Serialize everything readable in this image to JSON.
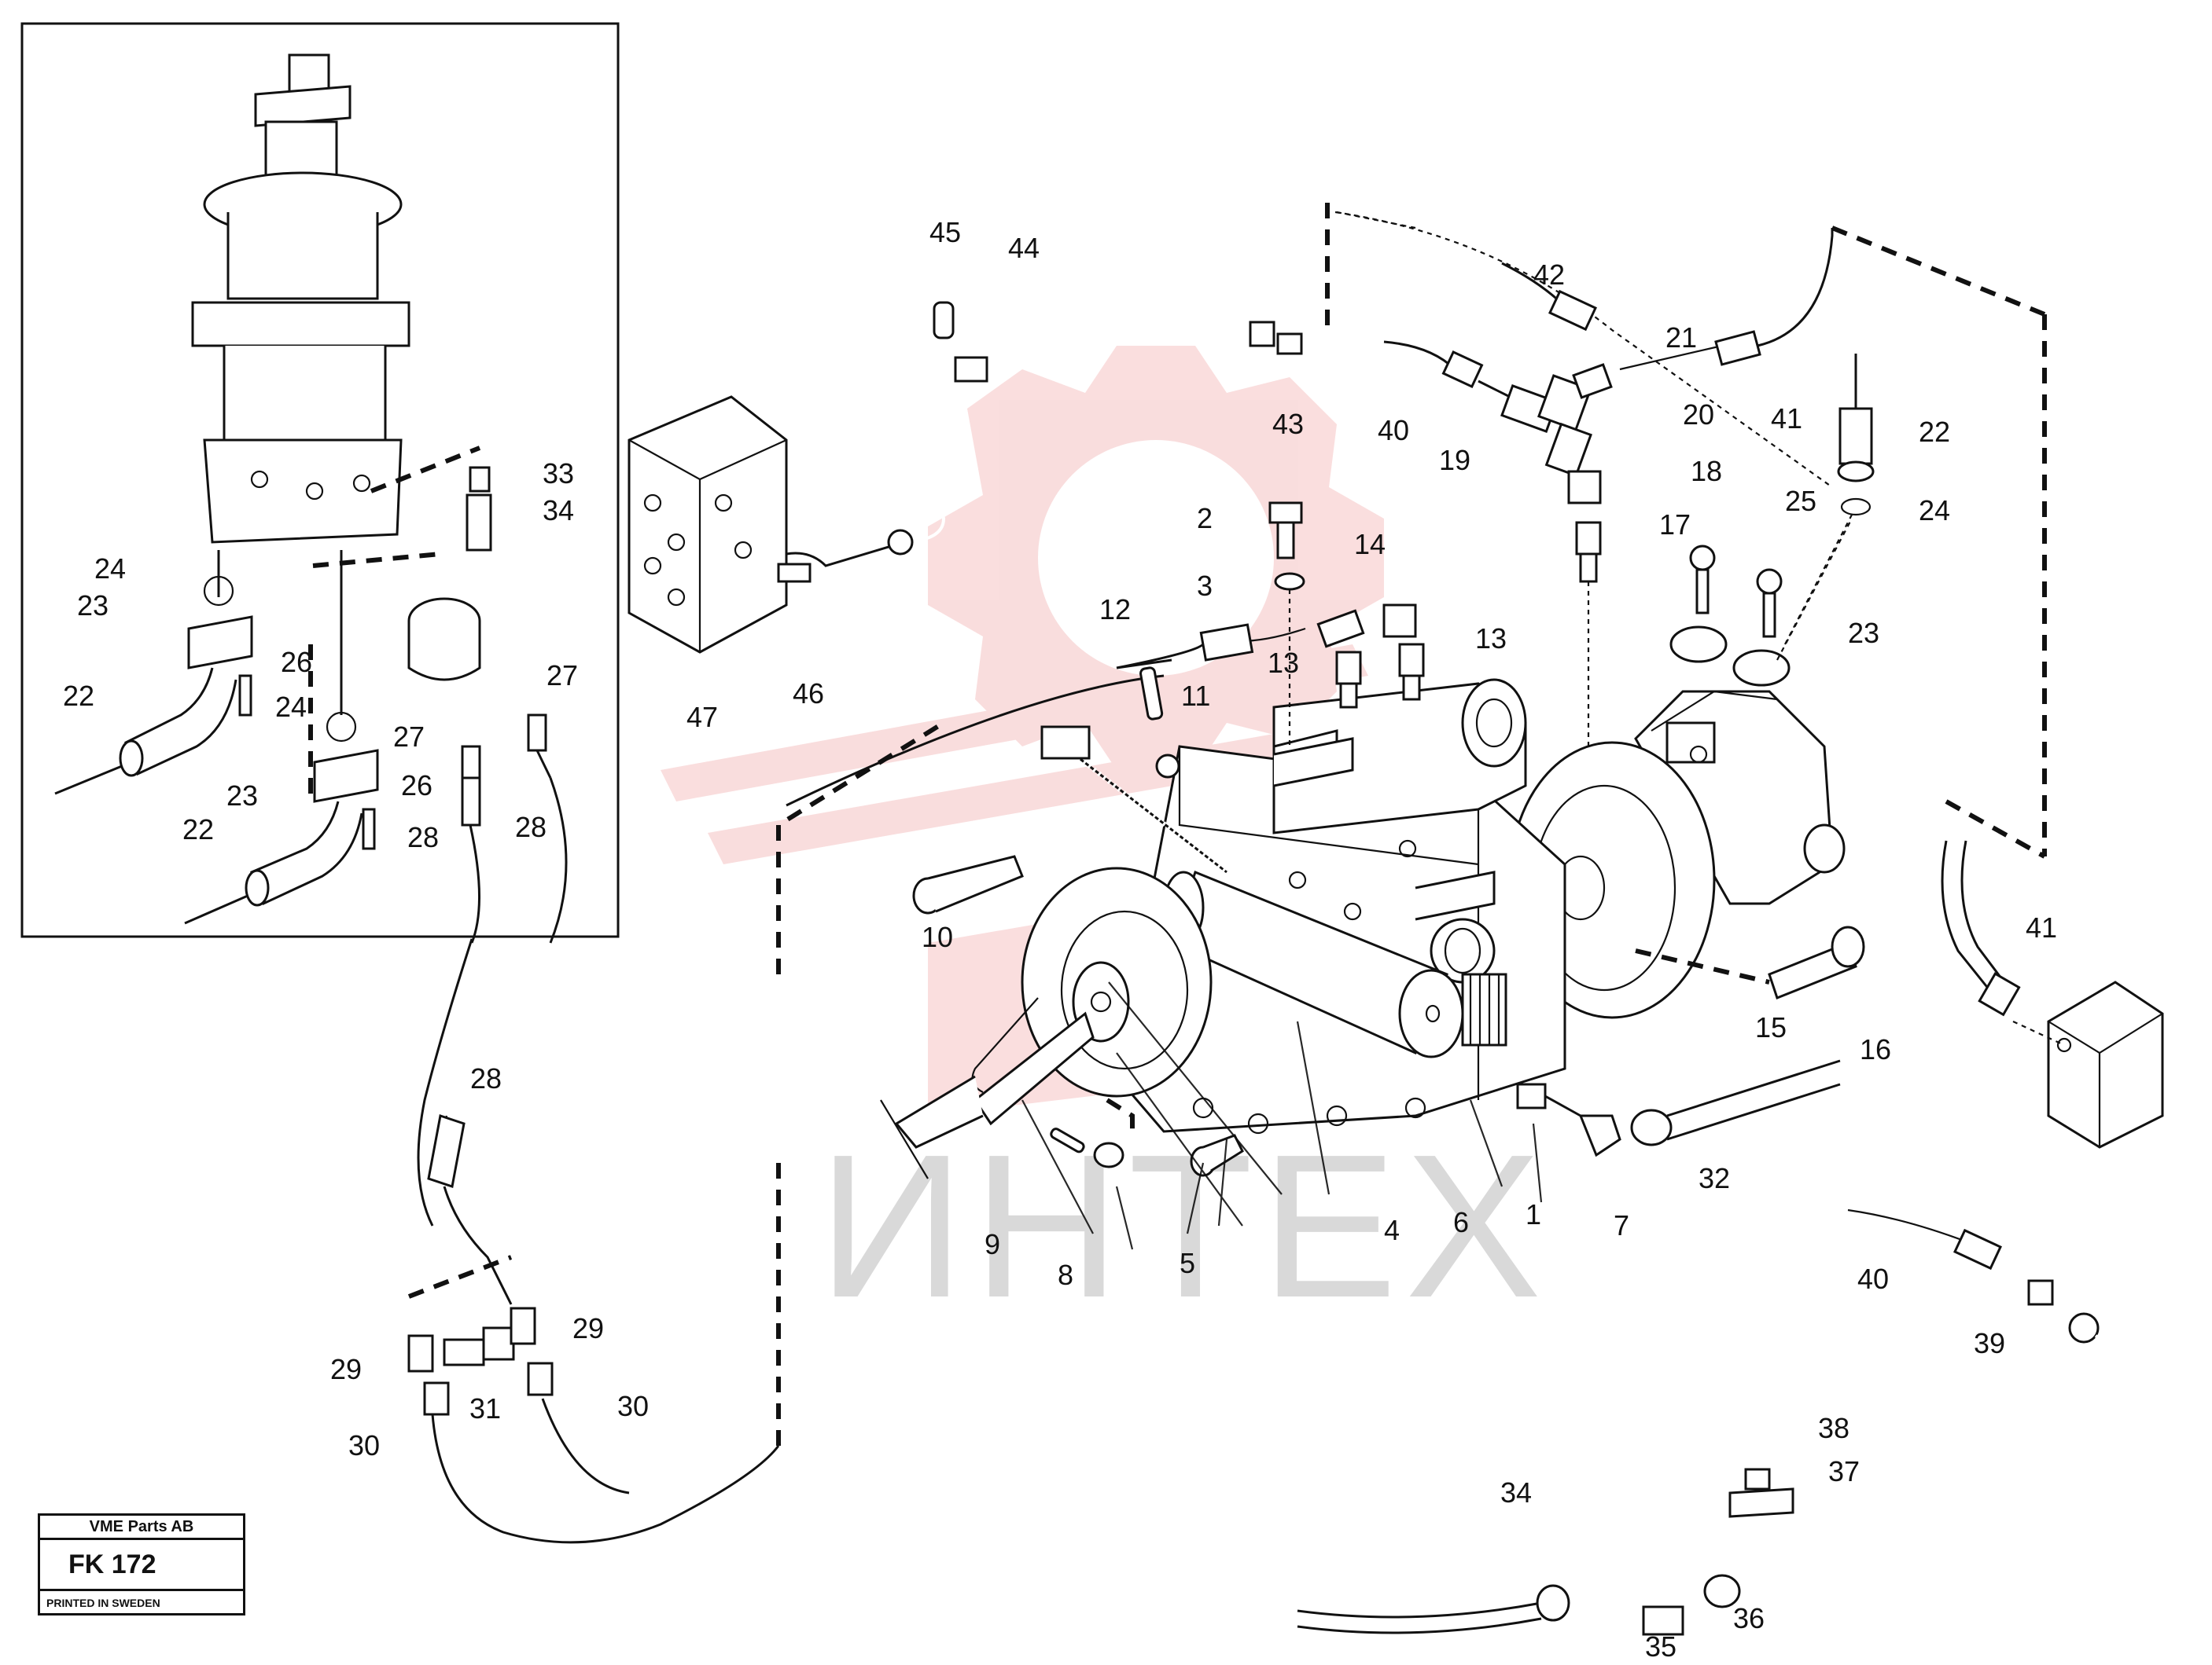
{
  "watermark": {
    "text": "ИНТЕХ",
    "color": "#f0a0a0"
  },
  "title_block": {
    "company": "VME Parts AB",
    "code": "FK  172",
    "printed": "PRINTED IN SWEDEN"
  },
  "callouts": {
    "c1": "1",
    "c2": "2",
    "c3": "3",
    "c4": "4",
    "c5": "5",
    "c6": "6",
    "c7": "7",
    "c8": "8",
    "c9": "9",
    "c10": "10",
    "c11": "11",
    "c12": "12",
    "c13a": "13",
    "c13b": "13",
    "c14": "14",
    "c15": "15",
    "c16": "16",
    "c17": "17",
    "c18": "18",
    "c19": "19",
    "c20": "20",
    "c21": "21",
    "c22a": "22",
    "c22b": "22",
    "c22c": "22",
    "c23a": "23",
    "c23b": "23",
    "c23c": "23",
    "c24a": "24",
    "c24b": "24",
    "c24c": "24",
    "c25": "25",
    "c26a": "26",
    "c26b": "26",
    "c27a": "27",
    "c27b": "27",
    "c28a": "28",
    "c28b": "28",
    "c28c": "28",
    "c29a": "29",
    "c29b": "29",
    "c30a": "30",
    "c30b": "30",
    "c31": "31",
    "c32": "32",
    "c33": "33",
    "c34a": "34",
    "c34b": "34",
    "c35": "35",
    "c36": "36",
    "c37": "37",
    "c38": "38",
    "c39": "39",
    "c40a": "40",
    "c40b": "40",
    "c41a": "41",
    "c41b": "41",
    "c42": "42",
    "c43": "43",
    "c44": "44",
    "c45": "45",
    "c46": "46",
    "c47": "47"
  }
}
